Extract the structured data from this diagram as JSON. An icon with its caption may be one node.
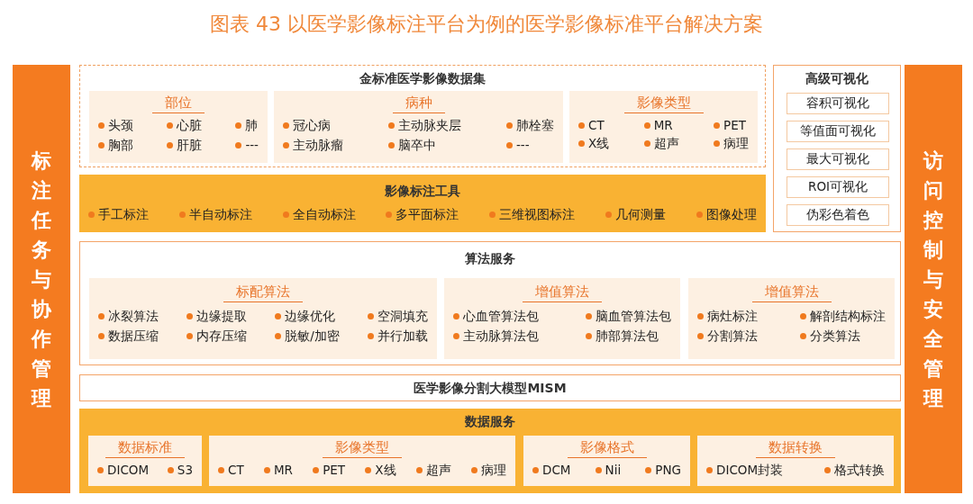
{
  "diagram": {
    "title": "图表 43 以医学影像标注平台为例的医学影像标准平台解决方案",
    "nodes": [
      {
        "text": [
          "标注任务与协作管理"
        ]
      },
      {
        "text": [
          "访问控制与安全管理"
        ]
      },
      {
        "text": [
          "金标准医学影像数据集"
        ]
      },
      {
        "text": [
          "部位",
          "头颈",
          "心脏",
          "肺",
          "胸部",
          "肝脏",
          "---"
        ],
        "in": 2
      },
      {
        "text": [
          "病种",
          "冠心病",
          "主动脉夹层",
          "肺栓塞",
          "主动脉瘤",
          "脑卒中",
          "---"
        ],
        "in": 2
      },
      {
        "text": [
          "影像类型",
          "CT",
          "MR",
          "PET",
          "X线",
          "超声",
          "病理"
        ],
        "in": 2
      },
      {
        "text": [
          "高级可视化"
        ]
      },
      {
        "text": [
          "容积可视化"
        ],
        "in": 6
      },
      {
        "text": [
          "等值面可视化"
        ],
        "in": 6
      },
      {
        "text": [
          "最大可视化"
        ],
        "in": 6
      },
      {
        "text": [
          "ROI可视化"
        ],
        "in": 6
      },
      {
        "text": [
          "伪彩色着色"
        ],
        "in": 6
      },
      {
        "text": [
          "影像标注工具",
          "手工标注",
          "半自动标注",
          "全自动标注",
          "多平面标注",
          "三维视图标注",
          "几何测量",
          "图像处理"
        ]
      },
      {
        "text": [
          "算法服务"
        ]
      },
      {
        "text": [
          "标配算法",
          "冰裂算法",
          "边缘提取",
          "边缘优化",
          "空洞填充",
          "数据压缩",
          "内存压缩",
          "脱敏/加密",
          "并行加载"
        ],
        "in": 13
      },
      {
        "text": [
          "增值算法",
          "心血管算法包",
          "脑血管算法包",
          "主动脉算法包",
          "肺部算法包"
        ],
        "in": 13
      },
      {
        "text": [
          "增值算法",
          "病灶标注",
          "解剖结构标注",
          "分割算法",
          "分类算法"
        ],
        "in": 13
      },
      {
        "text": [
          "医学影像分割大模型MISM"
        ]
      },
      {
        "text": [
          "数据服务"
        ]
      },
      {
        "text": [
          "数据标准",
          "DICOM",
          "S3"
        ],
        "in": 18
      },
      {
        "text": [
          "影像类型",
          "CT",
          "MR",
          "PET",
          "X线",
          "超声",
          "病理"
        ],
        "in": 18
      },
      {
        "text": [
          "影像格式",
          "DCM",
          "Nii",
          "PNG"
        ],
        "in": 18
      },
      {
        "text": [
          "数据转换",
          "DICOM封装",
          "格式转换"
        ],
        "in": 18
      }
    ],
    "edges": []
  }
}
